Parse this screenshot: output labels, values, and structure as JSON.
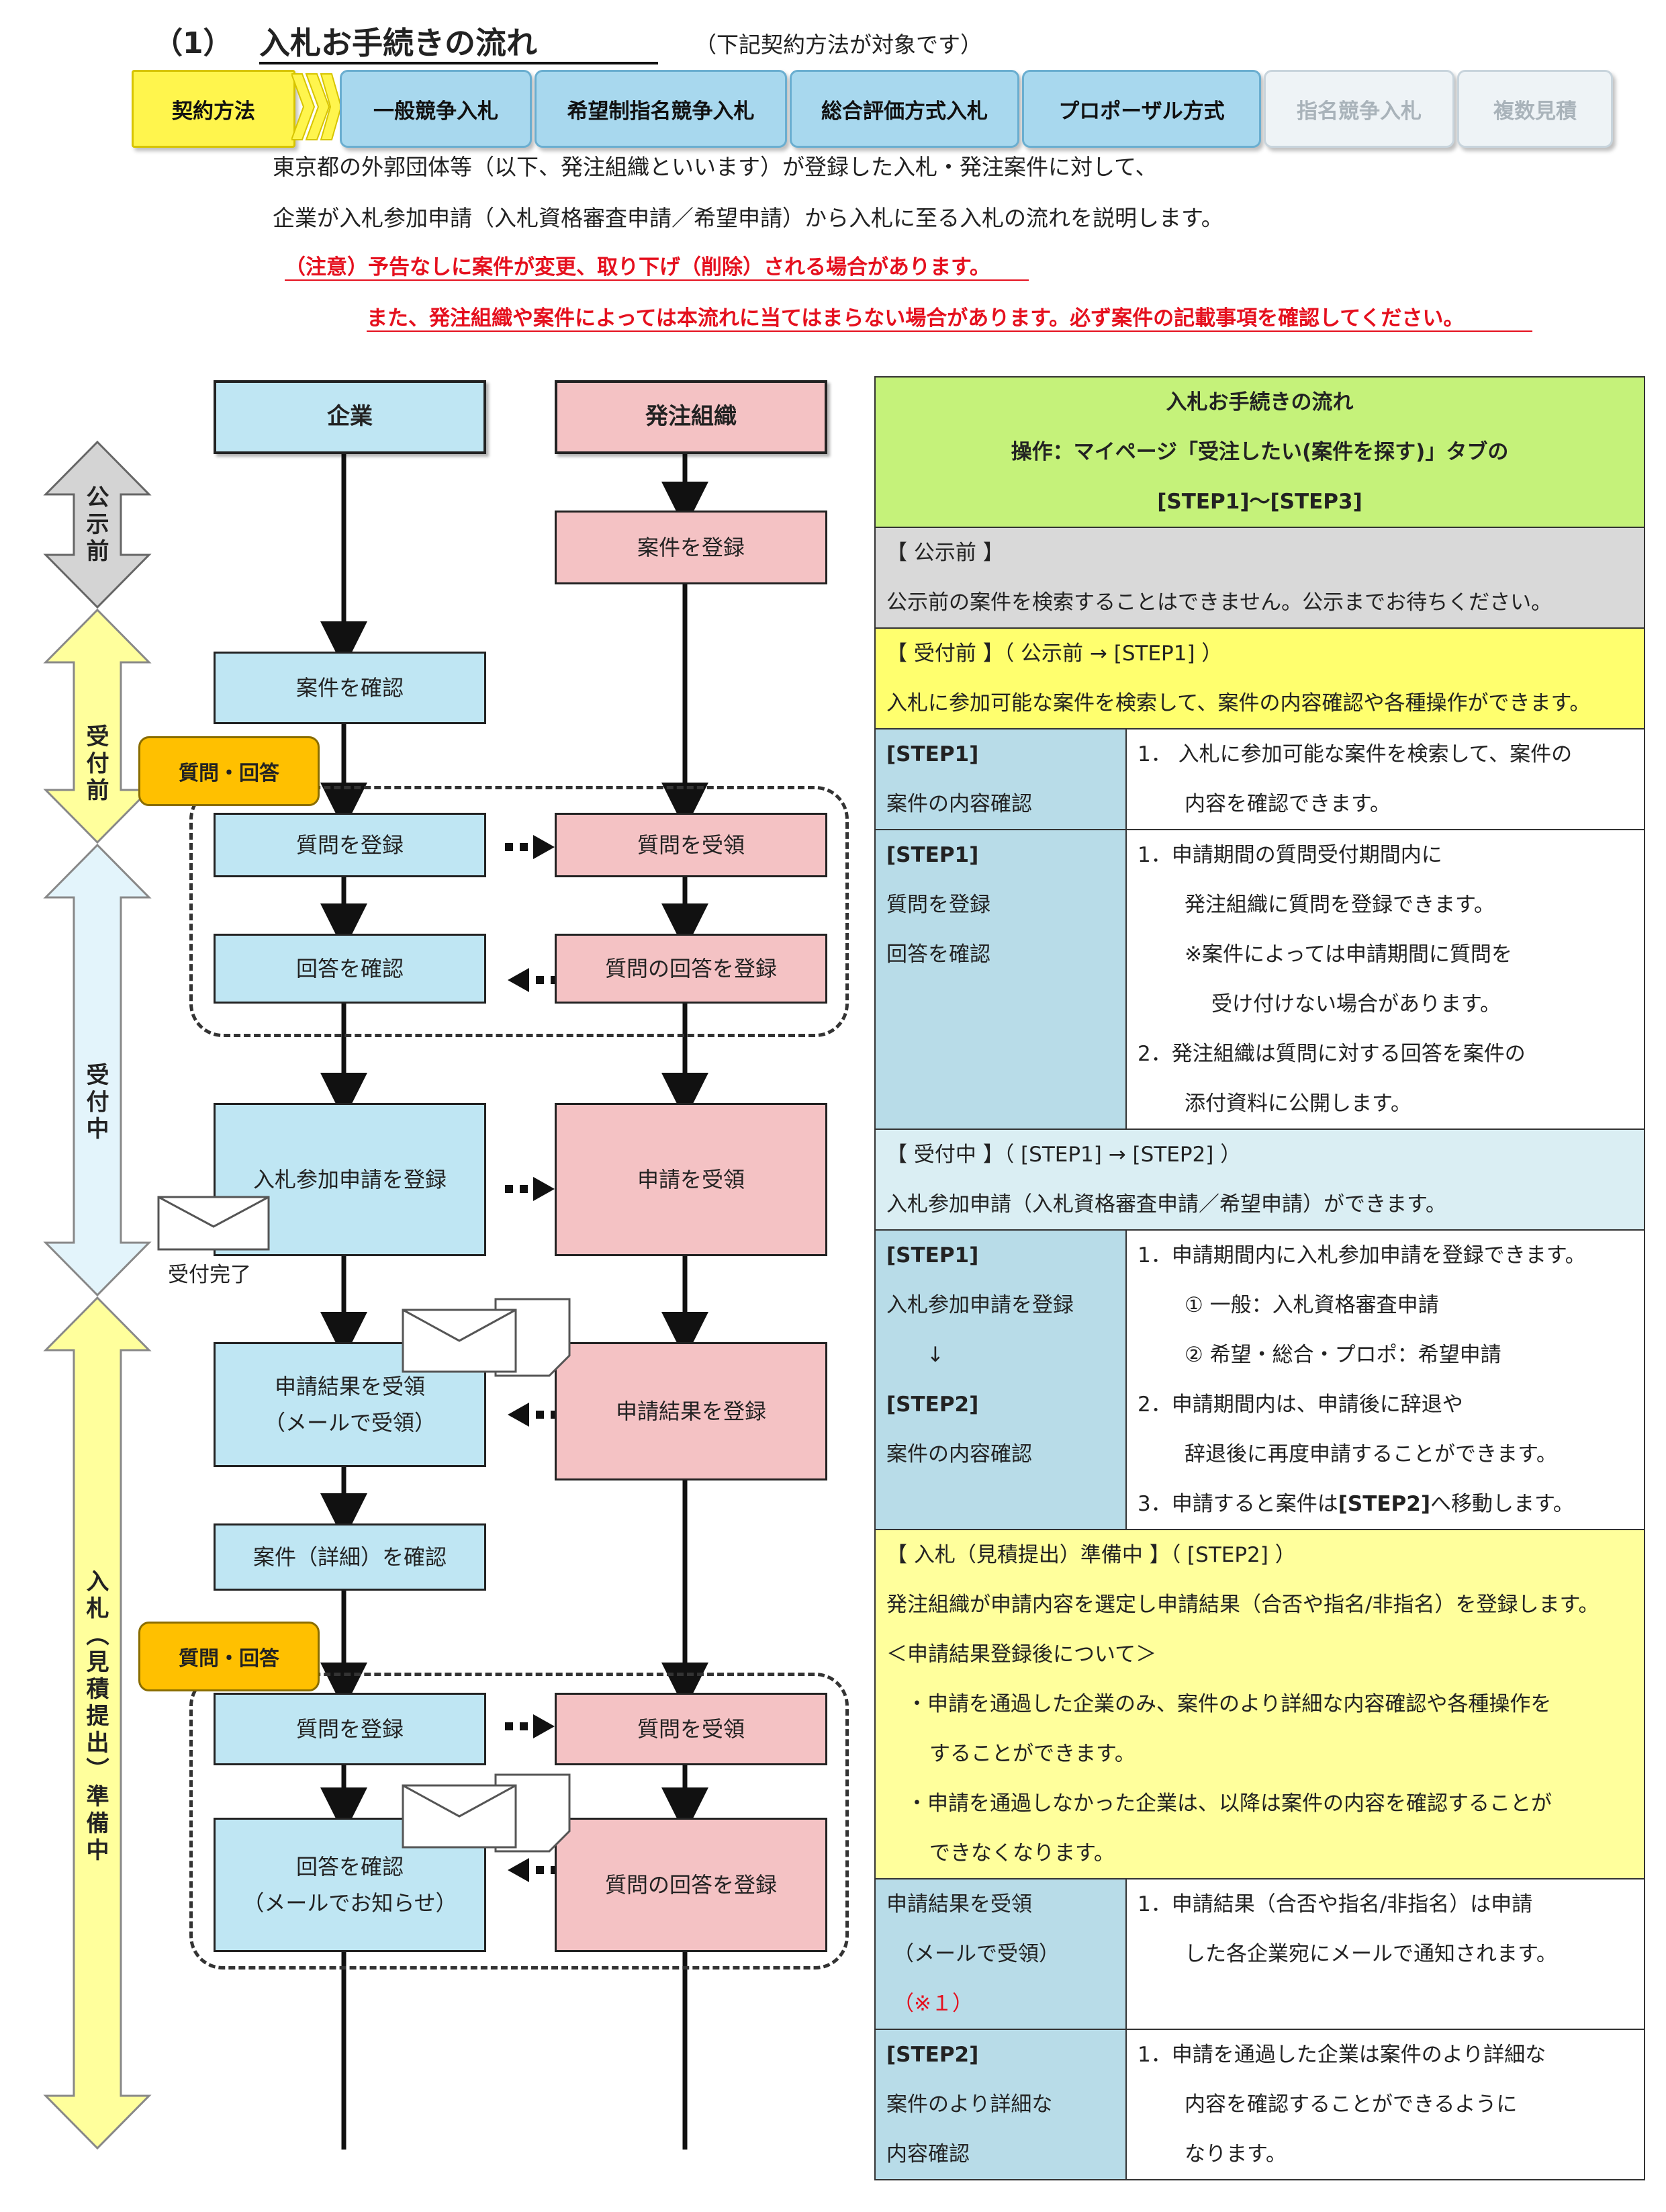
{
  "header": {
    "num": "（1）",
    "title": "入札お手続きの流れ",
    "subtitle": "（下記契約方法が対象です）"
  },
  "tabs": {
    "label": "契約方法",
    "items": [
      "一般競争入札",
      "希望制指名競争入札",
      "総合評価方式入札",
      "プロポーザル方式",
      "指名競争入札",
      "複数見積"
    ]
  },
  "intro": {
    "line1": "東京都の外郭団体等（以下、発注組織といいます）が登録した入札・発注案件に対して、",
    "line2": "企業が入札参加申請（入札資格審査申請／希望申請）から入札に至る入札の流れを説明します。",
    "note1": "（注意）予告なしに案件が変更、取り下げ（削除）される場合があります。",
    "note2": "また、発注組織や案件によっては本流れに当てはまらない場合があります。必ず案件の記載事項を確認してください。"
  },
  "flow": {
    "company": "企業",
    "orderer": "発注組織",
    "register_case": "案件を登録",
    "confirm_case": "案件を確認",
    "qa1": "質問・回答",
    "q_register": "質問を登録",
    "q_receive": "質問を受領",
    "a_confirm": "回答を確認",
    "a_register": "質問の回答を登録",
    "apply_register": "入札参加申請を登録",
    "apply_receive": "申請を受領",
    "receipt_done": "受付完了",
    "result_receive_1": "申請結果を受領",
    "result_receive_2": "（メールで受領）",
    "result_register": "申請結果を登録",
    "detail_confirm": "案件（詳細）を確認",
    "qa2": "質問・回答",
    "q_register2": "質問を登録",
    "q_receive2": "質問を受領",
    "a_confirm2_1": "回答を確認",
    "a_confirm2_2": "（メールでお知らせ）",
    "a_register2": "質問の回答を登録"
  },
  "phases": {
    "p1": "公示前",
    "p2": "受付前",
    "p3": "受付中",
    "p4": "入札（見積提出）準備中"
  },
  "table": {
    "title1": "入札お手続きの流れ",
    "title2": "操作：マイページ「受注したい(案件を探す)」タブの",
    "title3": "[STEP1]～[STEP3]",
    "pre_head": "【 公示前 】",
    "pre_text": "公示前の案件を検索することはできません。公示までお待ちください。",
    "before_head": "【 受付前 】（ 公示前 → [STEP1] ）",
    "before_text": "入札に参加可能な案件を検索して、案件の内容確認や各種操作ができます。",
    "r1_left1": "[STEP1]",
    "r1_left2": "案件の内容確認",
    "r1_right1": "1． 入札に参加可能な案件を検索して、案件の",
    "r1_right2": "内容を確認できます。",
    "r2_left1": "[STEP1]",
    "r2_left2": "質問を登録",
    "r2_left3": "回答を確認",
    "r2_right1": "1．申請期間の質問受付期間内に",
    "r2_right2": "発注組織に質問を登録できます。",
    "r2_right3": "※案件によっては申請期間に質問を",
    "r2_right4": "受け付けない場合があります。",
    "r2_right5": "2．発注組織は質問に対する回答を案件の",
    "r2_right6": "添付資料に公開します。",
    "during_head": "【 受付中 】（ [STEP1] → [STEP2] ）",
    "during_text": "入札参加申請（入札資格審査申請／希望申請）ができます。",
    "r3_left1": "[STEP1]",
    "r3_left2": "入札参加申請を登録",
    "r3_left3": "↓",
    "r3_left4": "[STEP2]",
    "r3_left5": "案件の内容確認",
    "r3_right1": "1．申請期間内に入札参加申請を登録できます。",
    "r3_right2": "① 一般：入札資格審査申請",
    "r3_right3": "② 希望・総合・プロポ：希望申請",
    "r3_right4": "2．申請期間内は、申請後に辞退や",
    "r3_right5": "辞退後に再度申請することができます。",
    "r3_right6a": "3．申請すると案件は",
    "r3_right6b": "[STEP2]",
    "r3_right6c": "へ移動します。",
    "prep_head": "【 入札（見積提出）準備中 】（ [STEP2] ）",
    "prep_text1": "発注組織が申請内容を選定し申請結果（合否や指名/非指名）を登録します。",
    "prep_text2": "＜申請結果登録後について＞",
    "prep_text3": "・申請を通過した企業のみ、案件のより詳細な内容確認や各種操作を",
    "prep_text4": "することができます。",
    "prep_text5": "・申請を通過しなかった企業は、以降は案件の内容を確認することが",
    "prep_text6": "できなくなります。",
    "r4_left1": "申請結果を受領",
    "r4_left2": "（メールで受領）",
    "r4_left3": "（※１）",
    "r4_right1": "1．申請結果（合否や指名/非指名）は申請",
    "r4_right2": "した各企業宛にメールで通知されます。",
    "r5_left1": "[STEP2]",
    "r5_left2": "案件のより詳細な",
    "r5_left3": "内容確認",
    "r5_right1": "1．申請を通過した企業は案件のより詳細な",
    "r5_right2": "内容を確認することができるように",
    "r5_right3": "なります。"
  },
  "colors": {
    "blue_box": "#bfe6f3",
    "pink_box": "#f4c2c4",
    "table_green": "#c5f27a",
    "table_yellow": "#ffff6e",
    "note_red": "#e5101e",
    "qa_orange": "#ffc000"
  }
}
